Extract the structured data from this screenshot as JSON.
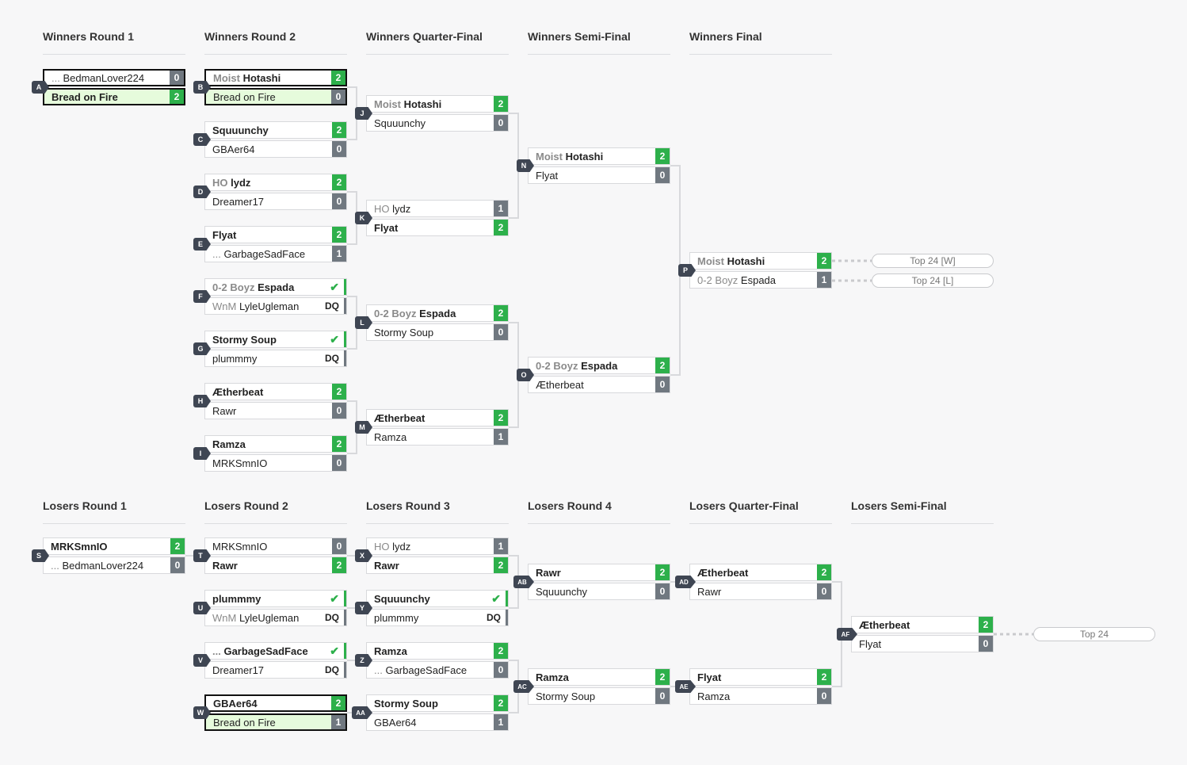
{
  "headers": {
    "w1": "Winners Round 1",
    "w2": "Winners Round 2",
    "w3": "Winners Quarter-Final",
    "w4": "Winners Semi-Final",
    "w5": "Winners Final",
    "l1": "Losers Round 1",
    "l2": "Losers Round 2",
    "l3": "Losers Round 3",
    "l4": "Losers Round 4",
    "l5": "Losers Quarter-Final",
    "l6": "Losers Semi-Final"
  },
  "matches": {
    "A": {
      "id": "A",
      "p1_pre": "...",
      "p1": "BedmanLover224",
      "s1": "0",
      "p2": "Bread on Fire",
      "s2": "2"
    },
    "B": {
      "id": "B",
      "p1_pre": "Moist",
      "p1": "Hotashi",
      "s1": "2",
      "p2": "Bread on Fire",
      "s2": "0"
    },
    "C": {
      "id": "C",
      "p1": "Squuunchy",
      "s1": "2",
      "p2": "GBAer64",
      "s2": "0"
    },
    "D": {
      "id": "D",
      "p1_pre": "HO",
      "p1": "lydz",
      "s1": "2",
      "p2": "Dreamer17",
      "s2": "0"
    },
    "E": {
      "id": "E",
      "p1": "Flyat",
      "s1": "2",
      "p2_pre": "...",
      "p2": "GarbageSadFace",
      "s2": "1"
    },
    "F": {
      "id": "F",
      "p1_pre": "0-2 Boyz",
      "p1": "Espada",
      "s1": "✔",
      "p2_pre": "WnM",
      "p2": "LyleUgleman",
      "s2": "DQ"
    },
    "G": {
      "id": "G",
      "p1": "Stormy Soup",
      "s1": "✔",
      "p2": "plummmy",
      "s2": "DQ"
    },
    "H": {
      "id": "H",
      "p1": "Ætherbeat",
      "s1": "2",
      "p2": "Rawr",
      "s2": "0"
    },
    "I": {
      "id": "I",
      "p1": "Ramza",
      "s1": "2",
      "p2": "MRKSmnIO",
      "s2": "0"
    },
    "J": {
      "id": "J",
      "p1_pre": "Moist",
      "p1": "Hotashi",
      "s1": "2",
      "p2": "Squuunchy",
      "s2": "0"
    },
    "K": {
      "id": "K",
      "p1_pre": "HO",
      "p1": "lydz",
      "s1": "1",
      "p2": "Flyat",
      "s2": "2"
    },
    "L": {
      "id": "L",
      "p1_pre": "0-2 Boyz",
      "p1": "Espada",
      "s1": "2",
      "p2": "Stormy Soup",
      "s2": "0"
    },
    "M": {
      "id": "M",
      "p1": "Ætherbeat",
      "s1": "2",
      "p2": "Ramza",
      "s2": "1"
    },
    "N": {
      "id": "N",
      "p1_pre": "Moist",
      "p1": "Hotashi",
      "s1": "2",
      "p2": "Flyat",
      "s2": "0"
    },
    "O": {
      "id": "O",
      "p1_pre": "0-2 Boyz",
      "p1": "Espada",
      "s1": "2",
      "p2": "Ætherbeat",
      "s2": "0"
    },
    "P": {
      "id": "P",
      "p1_pre": "Moist",
      "p1": "Hotashi",
      "s1": "2",
      "p2_pre": "0-2 Boyz",
      "p2": "Espada",
      "s2": "1"
    },
    "S": {
      "id": "S",
      "p1": "MRKSmnIO",
      "s1": "2",
      "p2_pre": "...",
      "p2": "BedmanLover224",
      "s2": "0"
    },
    "T": {
      "id": "T",
      "p1": "MRKSmnIO",
      "s1": "0",
      "p2": "Rawr",
      "s2": "2"
    },
    "U": {
      "id": "U",
      "p1": "plummmy",
      "s1": "✔",
      "p2_pre": "WnM",
      "p2": "LyleUgleman",
      "s2": "DQ"
    },
    "V": {
      "id": "V",
      "p1_pre": "...",
      "p1": "GarbageSadFace",
      "s1": "✔",
      "p2": "Dreamer17",
      "s2": "DQ"
    },
    "W": {
      "id": "W",
      "p1": "GBAer64",
      "s1": "2",
      "p2": "Bread on Fire",
      "s2": "1"
    },
    "X": {
      "id": "X",
      "p1_pre": "HO",
      "p1": "lydz",
      "s1": "1",
      "p2": "Rawr",
      "s2": "2"
    },
    "Y": {
      "id": "Y",
      "p1": "Squuunchy",
      "s1": "✔",
      "p2": "plummmy",
      "s2": "DQ"
    },
    "Z": {
      "id": "Z",
      "p1": "Ramza",
      "s1": "2",
      "p2_pre": "...",
      "p2": "GarbageSadFace",
      "s2": "0"
    },
    "AA": {
      "id": "AA",
      "p1": "Stormy Soup",
      "s1": "2",
      "p2": "GBAer64",
      "s2": "1"
    },
    "AB": {
      "id": "AB",
      "p1": "Rawr",
      "s1": "2",
      "p2": "Squuunchy",
      "s2": "0"
    },
    "AC": {
      "id": "AC",
      "p1": "Ramza",
      "s1": "2",
      "p2": "Stormy Soup",
      "s2": "0"
    },
    "AD": {
      "id": "AD",
      "p1": "Ætherbeat",
      "s1": "2",
      "p2": "Rawr",
      "s2": "0"
    },
    "AE": {
      "id": "AE",
      "p1": "Flyat",
      "s1": "2",
      "p2": "Ramza",
      "s2": "0"
    },
    "AF": {
      "id": "AF",
      "p1": "Ætherbeat",
      "s1": "2",
      "p2": "Flyat",
      "s2": "0"
    }
  },
  "placeholders": {
    "top24w": "Top 24 [W]",
    "top24l": "Top 24 [L]",
    "top24": "Top 24"
  },
  "colors": {
    "win_score": "#2db04b",
    "loss_score": "#707880",
    "highlight_bg": "#e6fbdc",
    "badge": "#3f4653"
  }
}
